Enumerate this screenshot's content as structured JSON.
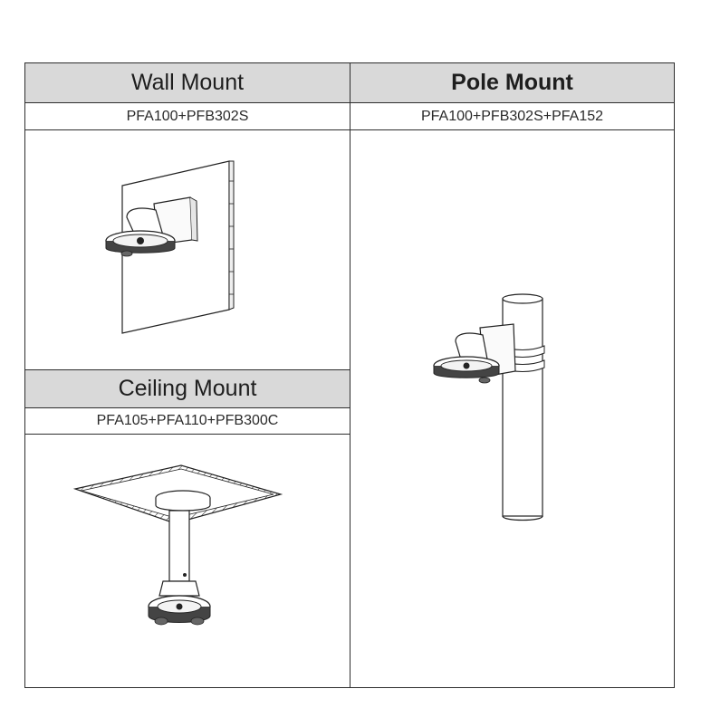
{
  "wall": {
    "title": "Wall Mount",
    "code": "PFA100+PFB302S",
    "illustration": "wall-mount-camera"
  },
  "pole": {
    "title": "Pole Mount",
    "code": "PFA100+PFB302S+PFA152",
    "illustration": "pole-mount-camera"
  },
  "ceiling": {
    "title": "Ceiling Mount",
    "code": "PFA105+PFA110+PFB300C",
    "illustration": "ceiling-mount-camera"
  }
}
